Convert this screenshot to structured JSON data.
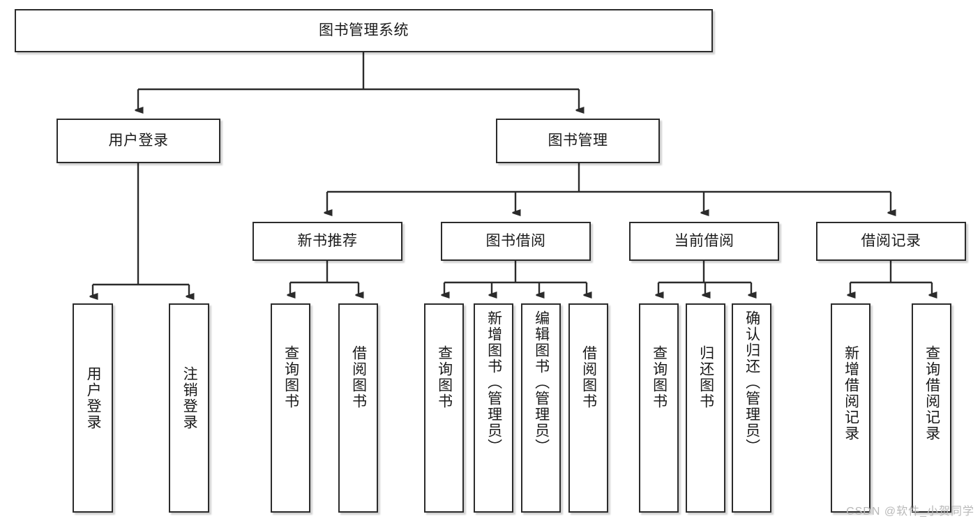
{
  "diagram": {
    "title": "图书管理系统",
    "type": "tree-hierarchy-chart",
    "watermark": "CSDN @软件_小贺同学",
    "colors": {
      "box_border": "#2b2b2b",
      "box_fill": "#ffffff",
      "edge": "#2b2b2b",
      "text": "#1a1a1a",
      "watermark": "#b9b9b9"
    },
    "root": {
      "id": "root",
      "label": "图书管理系统"
    },
    "level1": [
      {
        "id": "user-login",
        "label": "用户登录"
      },
      {
        "id": "book-manage",
        "label": "图书管理"
      }
    ],
    "level2": [
      {
        "id": "new-book-rec",
        "label": "新书推荐"
      },
      {
        "id": "book-borrow",
        "label": "图书借阅"
      },
      {
        "id": "current-borrow",
        "label": "当前借阅"
      },
      {
        "id": "borrow-record",
        "label": "借阅记录"
      }
    ],
    "leaves": {
      "user_login": [
        {
          "id": "leaf-user-login",
          "label": "用户登录"
        },
        {
          "id": "leaf-logout",
          "label": "注销登录"
        }
      ],
      "new_book_rec": [
        {
          "id": "leaf-query-book-1",
          "label": "查询图书"
        },
        {
          "id": "leaf-borrow-book-1",
          "label": "借阅图书"
        }
      ],
      "book_borrow": [
        {
          "id": "leaf-query-book-2",
          "label": "查询图书"
        },
        {
          "id": "leaf-add-book",
          "label": "新增图书（管理员）"
        },
        {
          "id": "leaf-edit-book",
          "label": "编辑图书（管理员）"
        },
        {
          "id": "leaf-borrow-book-2",
          "label": "借阅图书"
        }
      ],
      "current_borrow": [
        {
          "id": "leaf-query-book-3",
          "label": "查询图书"
        },
        {
          "id": "leaf-return-book",
          "label": "归还图书"
        },
        {
          "id": "leaf-confirm-return",
          "label": "确认归还（管理员）"
        }
      ],
      "borrow_record": [
        {
          "id": "leaf-add-record",
          "label": "新增借阅记录"
        },
        {
          "id": "leaf-query-record",
          "label": "查询借阅记录"
        }
      ]
    }
  }
}
